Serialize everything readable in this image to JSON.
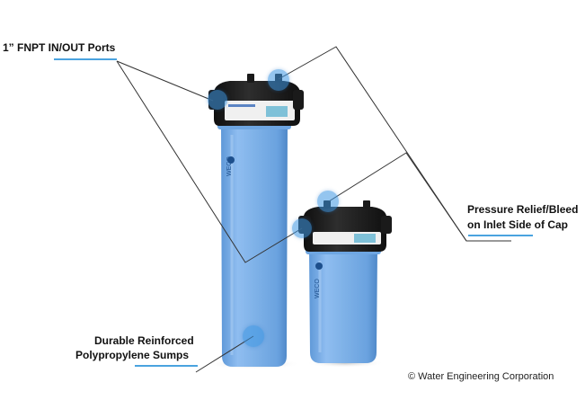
{
  "labels": {
    "ports": "1” FNPT IN/OUT Ports",
    "relief_line1": "Pressure Relief/Bleed",
    "relief_line2": "on Inlet Side of Cap",
    "sumps_line1": "Durable Reinforced",
    "sumps_line2": "Polypropylene Sumps"
  },
  "credit": {
    "symbol": "©",
    "text": "Water Engineering Corporation"
  },
  "colors": {
    "sump_blue": "#7fb2e8",
    "cap_black": "#1c1c1c",
    "hotspot": "#3c96e1",
    "underline": "#4aa3df",
    "leader_line": "#333333"
  }
}
